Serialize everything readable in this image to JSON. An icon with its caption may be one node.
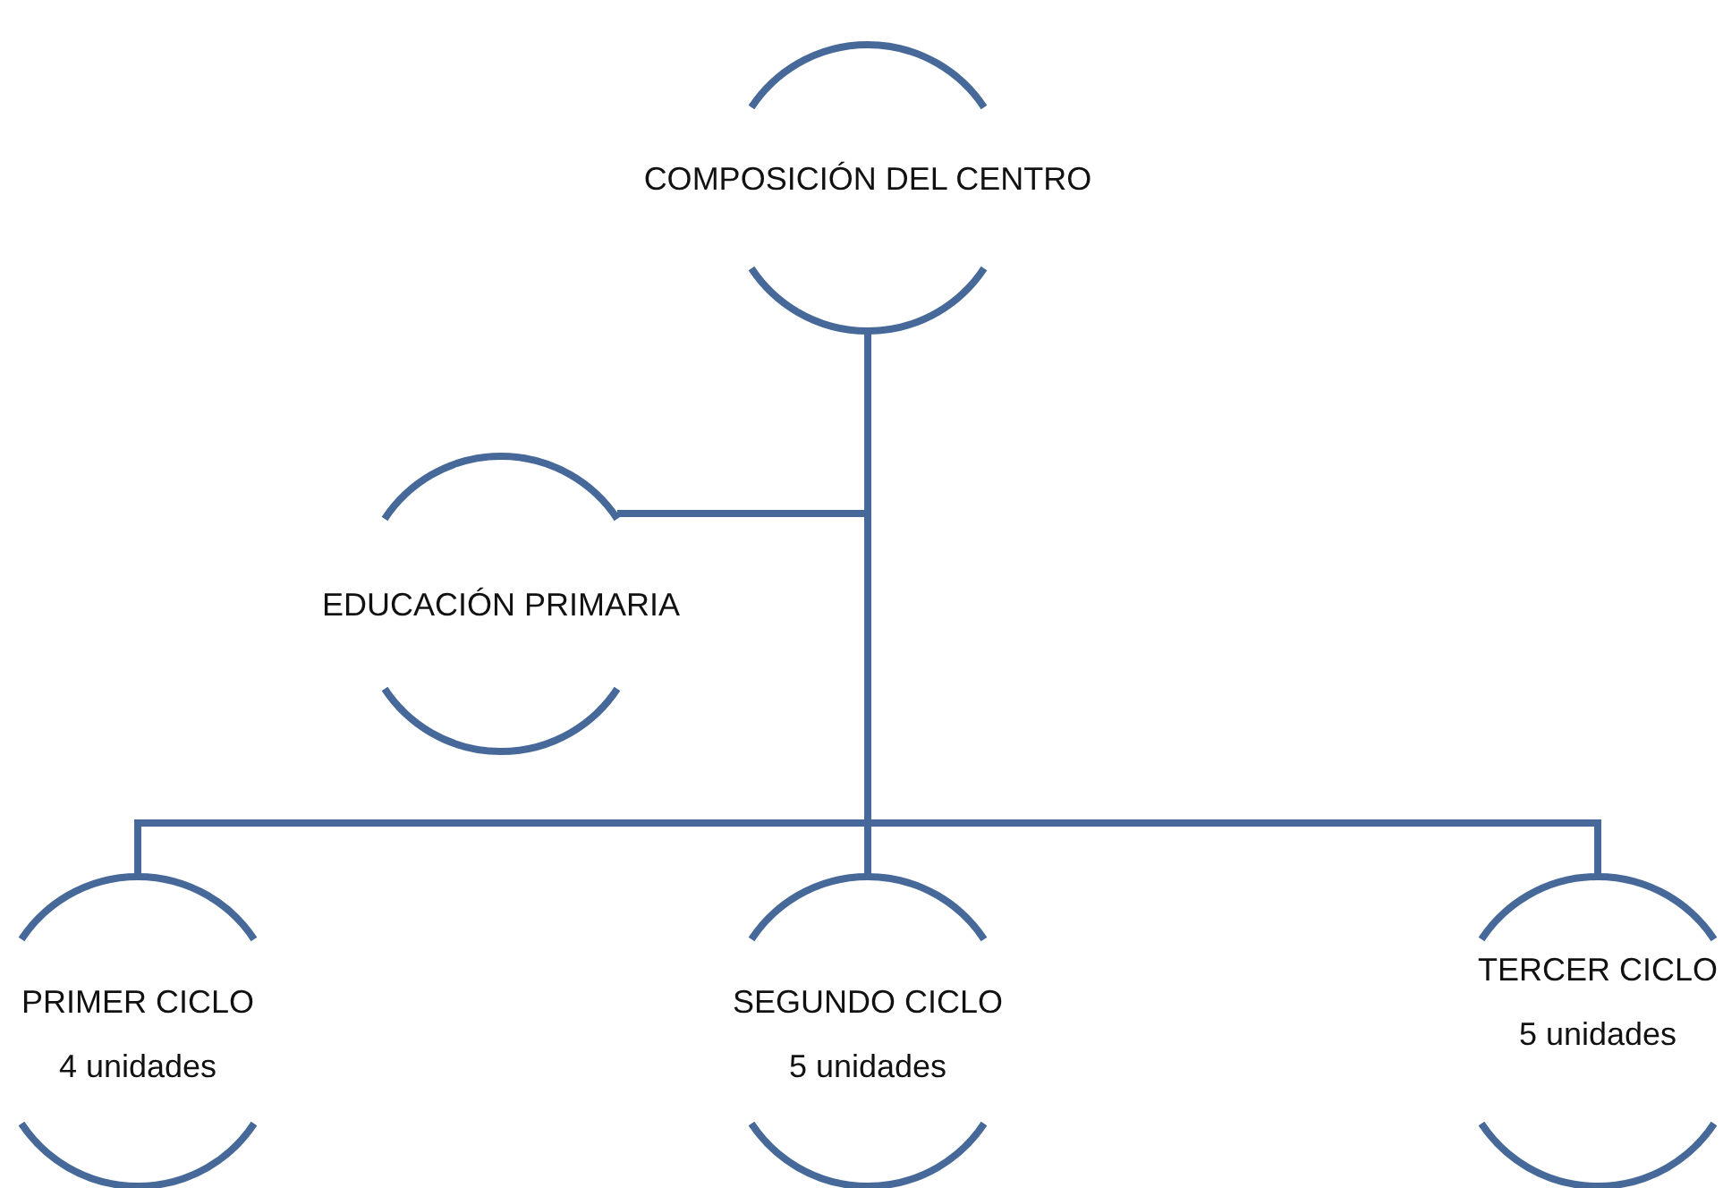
{
  "diagram": {
    "nodes": [
      {
        "text": [
          "COMPOSICIÓN DEL CENTRO"
        ]
      },
      {
        "text": [
          "EDUCACIÓN PRIMARIA"
        ]
      },
      {
        "text": [
          "PRIMER CICLO",
          "4 unidades"
        ]
      },
      {
        "text": [
          "SEGUNDO CICLO",
          "5 unidades"
        ]
      },
      {
        "text": [
          "TERCER CICLO",
          "5 unidades"
        ]
      }
    ],
    "edges": [
      {
        "from": 0,
        "to": 1,
        "arrow": "none"
      },
      {
        "from": 0,
        "to": 2,
        "arrow": "none"
      },
      {
        "from": 0,
        "to": 3,
        "arrow": "none"
      },
      {
        "from": 0,
        "to": 4,
        "arrow": "none"
      }
    ]
  }
}
